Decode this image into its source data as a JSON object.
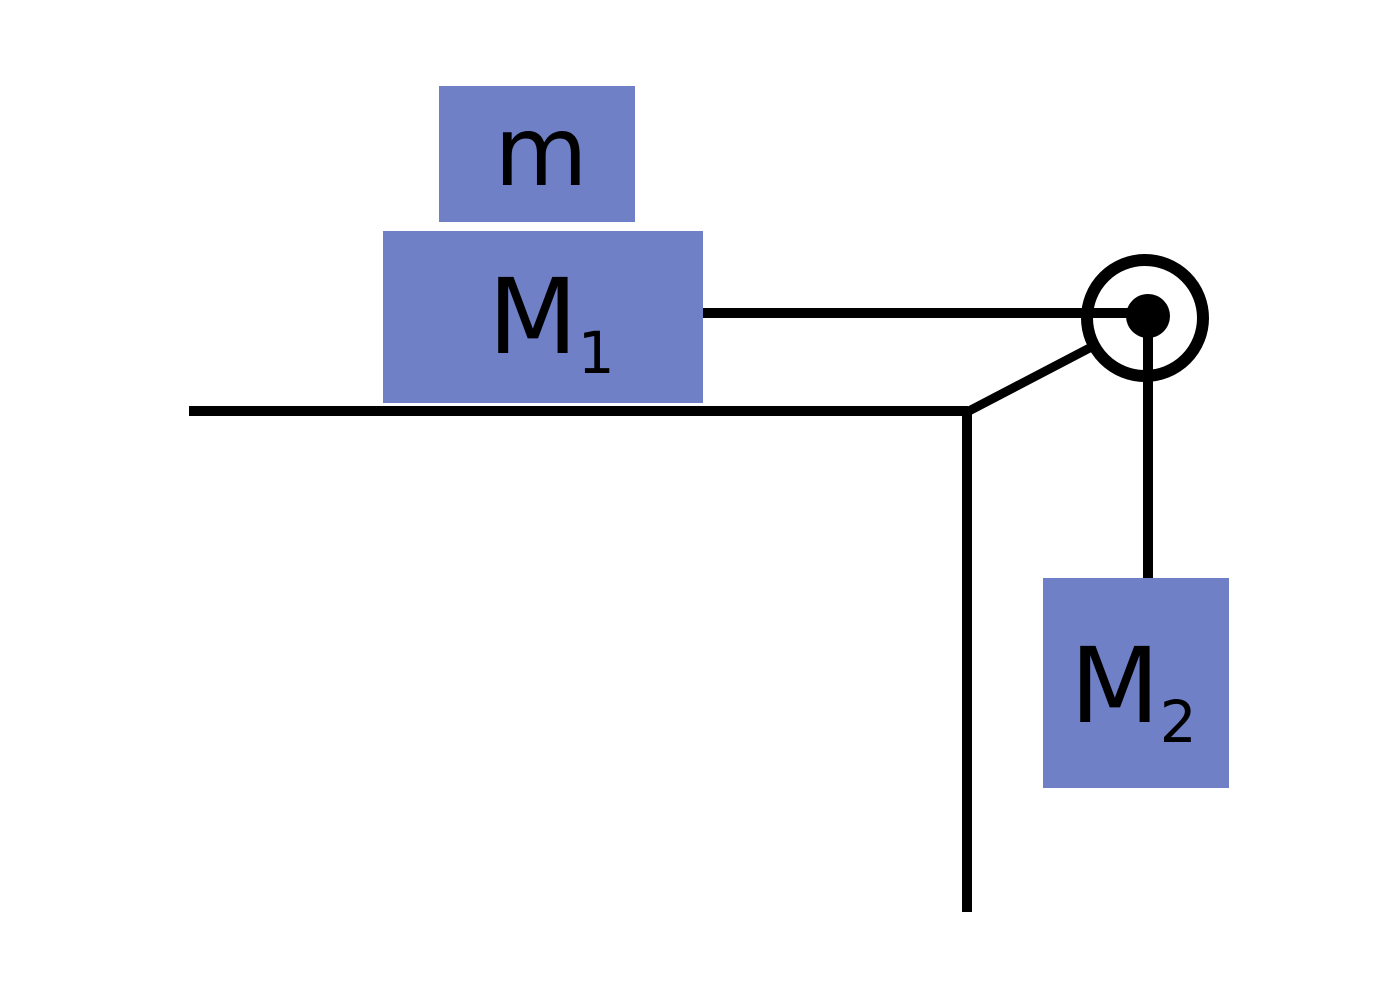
{
  "colors": {
    "block_fill": "#6f80c6",
    "line": "#000000",
    "background": "#ffffff"
  },
  "blocks": {
    "small_mass": {
      "symbol": "m"
    },
    "mass_one": {
      "symbol": "M",
      "subscript": "1"
    },
    "mass_two": {
      "symbol": "M",
      "subscript": "2"
    }
  },
  "pulley": {
    "icon": "pulley-icon"
  }
}
